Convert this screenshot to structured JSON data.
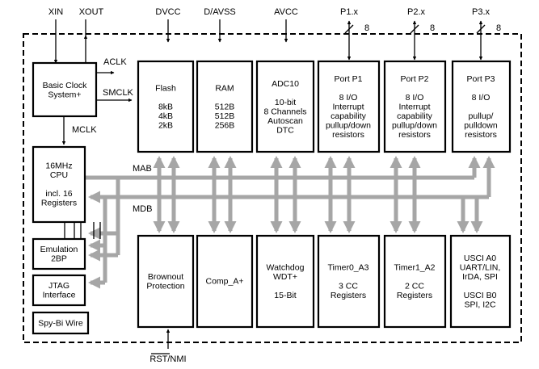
{
  "colors": {
    "bus": "#a6a6a6",
    "block_border": "#000000",
    "background": "#ffffff"
  },
  "signals": {
    "xin": "XIN",
    "xout": "XOUT",
    "dvcc": "DVCC",
    "davss": "D/AVSS",
    "avcc": "AVCC",
    "p1": "P1.x",
    "p2": "P2.x",
    "p3": "P3.x",
    "p1_width": "8",
    "p2_width": "8",
    "p3_width": "8",
    "aclk": "ACLK",
    "smclk": "SMCLK",
    "mclk": "MCLK",
    "mab": "MAB",
    "mdb": "MDB",
    "rst": "RST/NMI"
  },
  "blocks": {
    "clock": [
      "Basic Clock",
      "System+"
    ],
    "flash": [
      "Flash",
      "",
      "8kB",
      "4kB",
      "2kB"
    ],
    "ram": [
      "RAM",
      "",
      "512B",
      "512B",
      "256B"
    ],
    "adc": [
      "ADC10",
      "",
      "10-bit",
      "8 Channels",
      "Autoscan",
      "DTC"
    ],
    "port1": [
      "Port P1",
      "",
      "8 I/O",
      "Interrupt",
      "capability",
      "pullup/down",
      "resistors"
    ],
    "port2": [
      "Port P2",
      "",
      "8 I/O",
      "Interrupt",
      "capability",
      "pullup/down",
      "resistors"
    ],
    "port3": [
      "Port P3",
      "",
      "8 I/O",
      "",
      "pullup/",
      "pulldown",
      "resistors"
    ],
    "cpu": [
      "16MHz",
      "CPU",
      "",
      "incl. 16",
      "Registers"
    ],
    "emulation": [
      "Emulation",
      "2BP"
    ],
    "jtag": [
      "JTAG",
      "Interface"
    ],
    "spybiwire": [
      "Spy-Bi Wire"
    ],
    "brownout": [
      "Brownout",
      "Protection"
    ],
    "compa": [
      "Comp_A+"
    ],
    "watchdog": [
      "Watchdog",
      "WDT+",
      "",
      "15-Bit"
    ],
    "timer0": [
      "Timer0_A3",
      "",
      "3 CC",
      "Registers"
    ],
    "timer1": [
      "Timer1_A2",
      "",
      "2 CC",
      "Registers"
    ],
    "usci": [
      "USCI A0",
      "UART/LIN,",
      "IrDA, SPI",
      "",
      "USCI B0",
      "SPI, I2C"
    ]
  }
}
